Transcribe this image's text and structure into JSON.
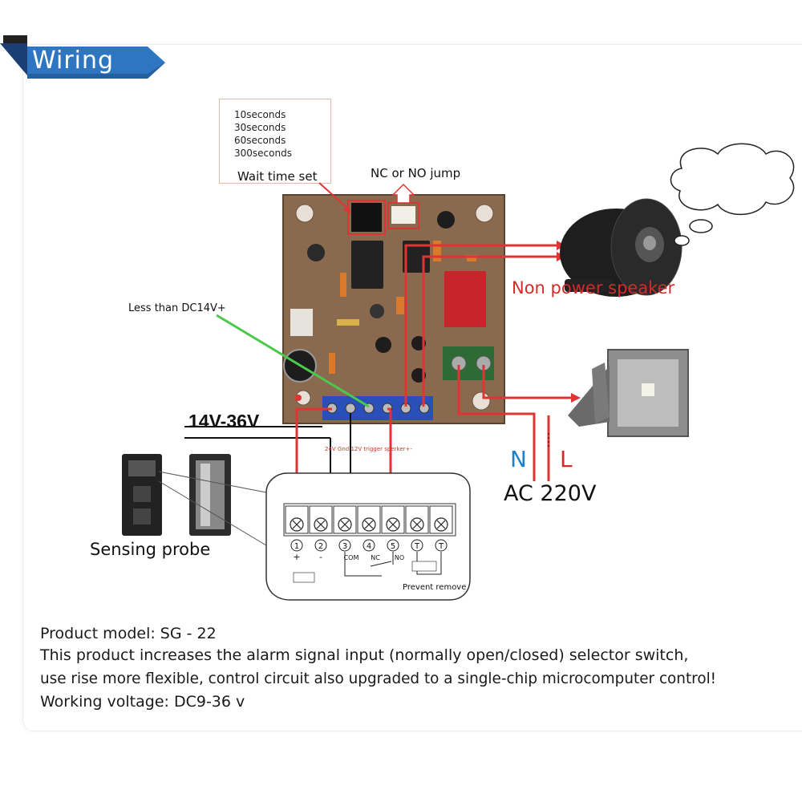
{
  "section": {
    "title": "Wiring"
  },
  "wait_time": {
    "options": [
      "10seconds",
      "30seconds",
      "60seconds",
      "300seconds"
    ],
    "label": "Wait time set"
  },
  "labels": {
    "nc_no_jump": "NC or NO jump",
    "less_than": "Less  than DC14V+",
    "non_power_speaker": "Non power speaker",
    "voltage_range": "14V-36V",
    "n_terminal": "N",
    "l_terminal": "L",
    "ac": "AC 220V",
    "sensing_probe": "Sensing probe",
    "prevent_remove": "Prevent remove",
    "board_terminal_text": "24V  Gnd  12V  trigger  sperker+-"
  },
  "terminal_numbers": [
    "1",
    "2",
    "3",
    "4",
    "5",
    "T",
    "T"
  ],
  "terminal_symbols": [
    "+",
    "-",
    "COM",
    "NC",
    "NO",
    "",
    ""
  ],
  "description": {
    "model": "Product model:  SG - 22",
    "line1": "This product increases the alarm signal input (normally open/closed) selector switch,",
    "line2": "use rise more flexible, control circuit also upgraded to a single-chip microcomputer control!",
    "voltage": "Working voltage: DC9-36 v"
  },
  "colors": {
    "accent_blue": "#2f76c2",
    "wire_red": "#e03434",
    "wire_green": "#4cc84c",
    "n_blue": "#1f7fc9",
    "board": "#8a6a4e"
  }
}
